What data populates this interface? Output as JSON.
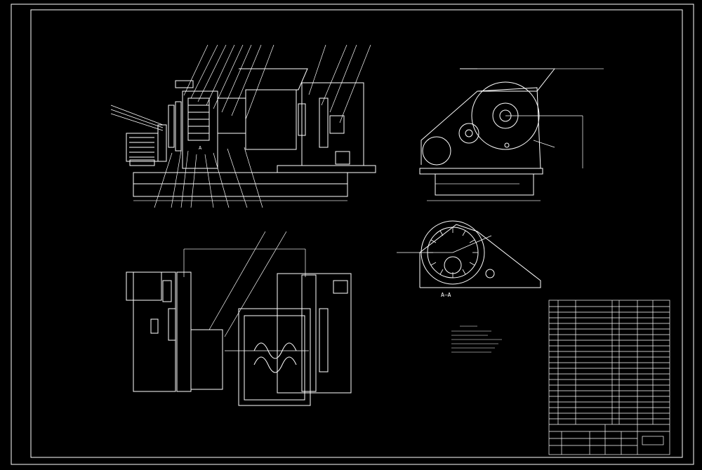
{
  "drawing": {
    "section_label": "A—A",
    "labels": {
      "section_cut_a": "A"
    },
    "colors": {
      "background": "#000000",
      "line": "#ffffff",
      "dimension": "#d9d9d9"
    }
  },
  "title_block": {
    "parts_rows": 26,
    "columns": 7
  }
}
